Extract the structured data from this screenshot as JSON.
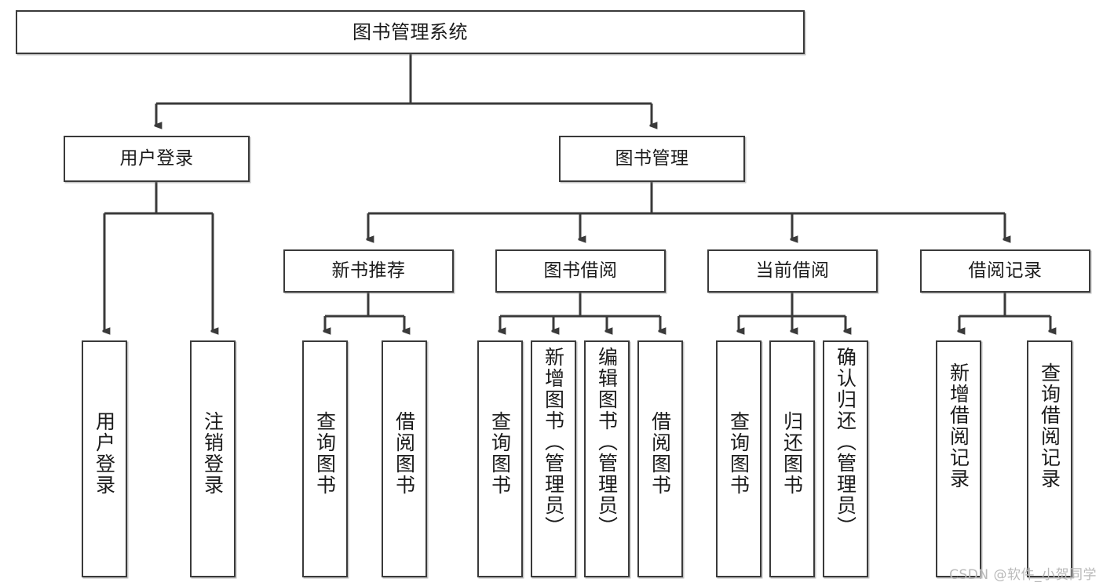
{
  "diagram": {
    "title": "图书管理系统",
    "type": "tree",
    "root": {
      "label": "图书管理系统",
      "orientation": "horizontal"
    },
    "level2": [
      {
        "label": "用户登录",
        "orientation": "horizontal"
      },
      {
        "label": "图书管理",
        "orientation": "horizontal"
      }
    ],
    "level3": [
      {
        "label": "新书推荐",
        "orientation": "horizontal",
        "parent": "图书管理"
      },
      {
        "label": "图书借阅",
        "orientation": "horizontal",
        "parent": "图书管理"
      },
      {
        "label": "当前借阅",
        "orientation": "horizontal",
        "parent": "图书管理"
      },
      {
        "label": "借阅记录",
        "orientation": "horizontal",
        "parent": "图书管理"
      }
    ],
    "leaves": {
      "user_login": [
        {
          "label": "用户登录",
          "orientation": "vertical"
        },
        {
          "label": "注销登录",
          "orientation": "vertical"
        }
      ],
      "new_book": [
        {
          "label": "查询图书",
          "orientation": "vertical"
        },
        {
          "label": "借阅图书",
          "orientation": "vertical"
        }
      ],
      "book_borrow": [
        {
          "label": "查询图书",
          "orientation": "vertical"
        },
        {
          "label": "新增图书（管理员）",
          "orientation": "vertical"
        },
        {
          "label": "编辑图书（管理员）",
          "orientation": "vertical"
        },
        {
          "label": "借阅图书",
          "orientation": "vertical"
        }
      ],
      "current_borrow": [
        {
          "label": "查询图书",
          "orientation": "vertical"
        },
        {
          "label": "归还图书",
          "orientation": "vertical"
        },
        {
          "label": "确认归还（管理员）",
          "orientation": "vertical"
        }
      ],
      "borrow_record": [
        {
          "label": "新增借阅记录",
          "orientation": "vertical"
        },
        {
          "label": "查询借阅记录",
          "orientation": "vertical"
        }
      ]
    },
    "colors": {
      "stroke": "#3a3a3a",
      "fill": "#ffffff",
      "text": "#1b1b1b",
      "background": "#ffffff",
      "watermark": "#b9b9b9"
    }
  },
  "watermark": {
    "text": "CSDN @软件_小贺同学"
  }
}
